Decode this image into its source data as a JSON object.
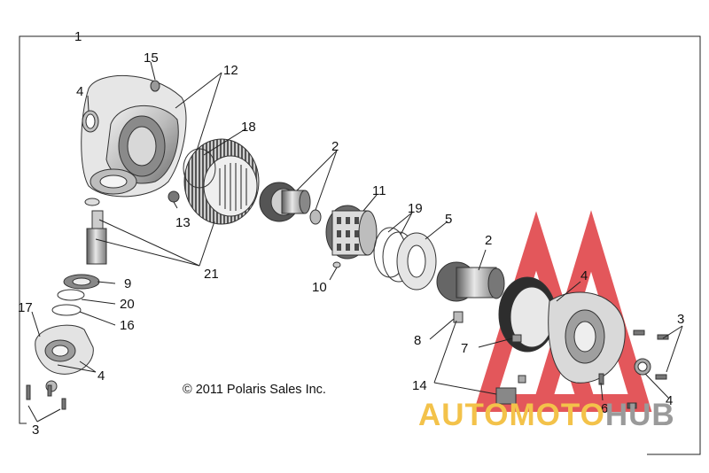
{
  "diagram": {
    "frame_callout": "1",
    "copyright": "© 2011 Polaris Sales Inc.",
    "callouts": {
      "c1": "1",
      "c2a": "2",
      "c2b": "2",
      "c3a": "3",
      "c3b": "3",
      "c4a": "4",
      "c4b": "4",
      "c4c": "4",
      "c4d": "4",
      "c5": "5",
      "c6": "6",
      "c7": "7",
      "c8": "8",
      "c9": "9",
      "c10": "10",
      "c11": "11",
      "c12": "12",
      "c13": "13",
      "c14": "14",
      "c15": "15",
      "c16": "16",
      "c17": "17",
      "c18": "18",
      "c19": "19",
      "c20": "20",
      "c21": "21"
    }
  },
  "watermark": {
    "text_main": "AUTOMOTO",
    "text_tail": "HUB",
    "colors": {
      "triangle": "#e0454a",
      "main": "#f3c24a",
      "tail": "#9a9a9a"
    }
  }
}
